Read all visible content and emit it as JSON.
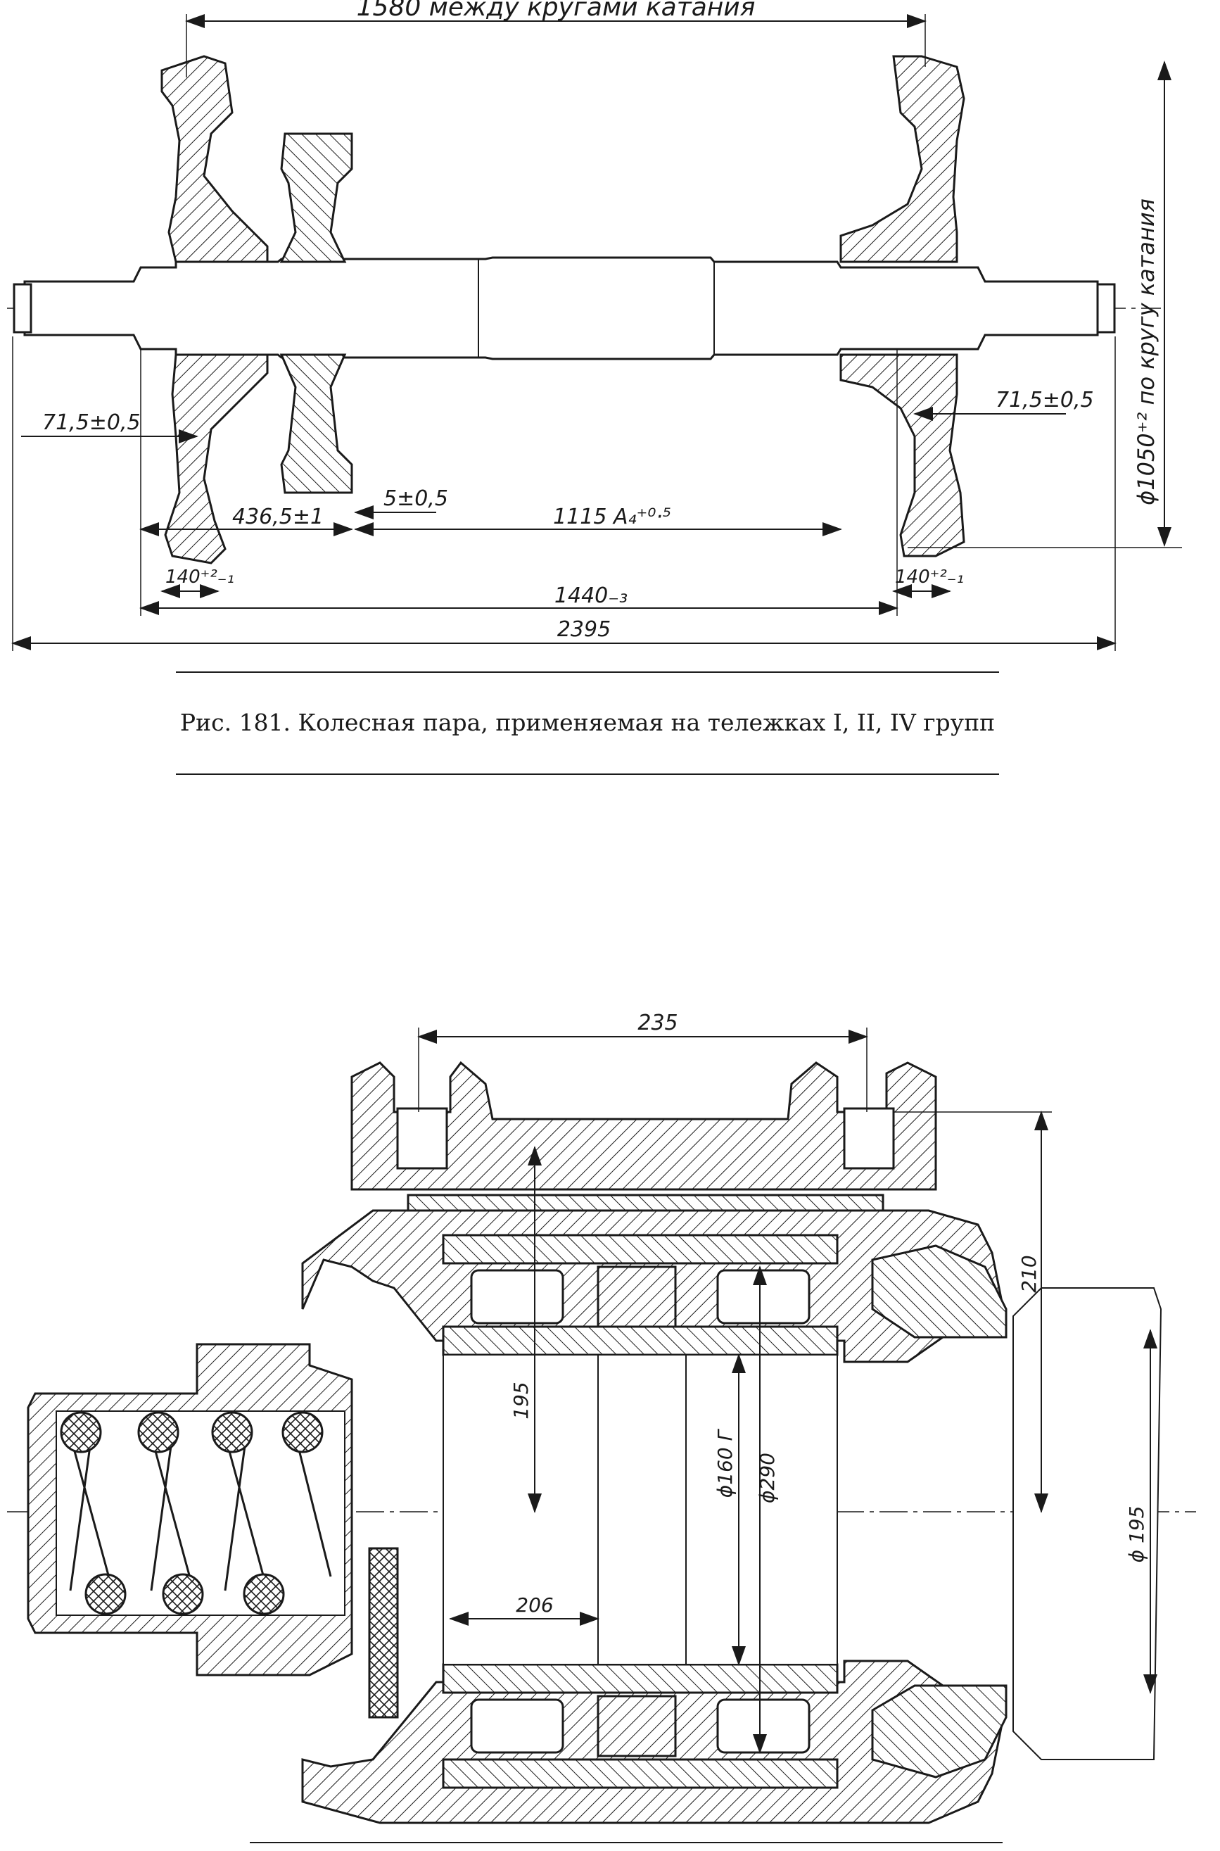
{
  "figure181": {
    "caption": "Рис. 181. Колесная пара, применяемая на тележках I, II, IV групп",
    "dimensions": {
      "rolling_circles": "1580 между кругами катания",
      "wheel_diameter": "ϕ1050⁺² по кругу катания",
      "left_offset": "71,5±0,5",
      "right_offset": "71,5±0,5",
      "gear_position": "436,5±1",
      "gap": "5±0,5",
      "wheel_seat_distance": "1115 A₄⁺⁰·⁵",
      "left_hub": "140⁺²₋₁",
      "right_hub": "140⁺²₋₁",
      "between_wheels": "1440₋₃",
      "overall_length": "2395"
    }
  },
  "figure_bearing": {
    "dimensions": {
      "top_width": "235",
      "height_210": "210",
      "inner_195": "195",
      "bore": "ϕ160 Г",
      "outer": "ϕ290",
      "axle": "ϕ 195",
      "roller_length": "206"
    }
  },
  "colors": {
    "ink": "#1a1a1a",
    "paper": "#ffffff"
  }
}
